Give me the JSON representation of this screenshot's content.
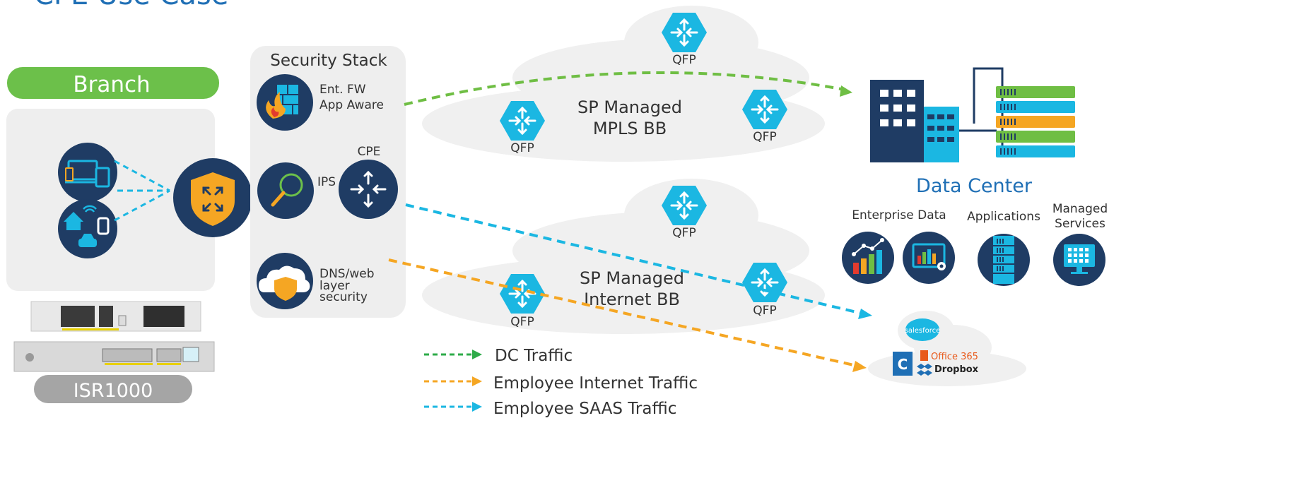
{
  "title": "CPE Use Case",
  "branch": {
    "label": "Branch"
  },
  "isr": {
    "label": "ISR1000"
  },
  "security_stack": {
    "title": "Security Stack",
    "fw": {
      "line1": "Ent. FW",
      "line2": "App Aware"
    },
    "ips": {
      "label": "IPS"
    },
    "cpe": {
      "label": "CPE"
    },
    "dns": {
      "line1": "DNS/web",
      "line2": "layer",
      "line3": "security"
    }
  },
  "mpls_cloud": {
    "line1": "SP Managed",
    "line2": "MPLS BB",
    "qfp_label": "QFP"
  },
  "internet_cloud": {
    "line1": "SP Managed",
    "line2": "Internet BB",
    "qfp_label": "QFP"
  },
  "data_center": {
    "title": "Data Center",
    "enterprise_data": "Enterprise Data",
    "applications": "Applications",
    "managed_services_line1": "Managed",
    "managed_services_line2": "Services"
  },
  "saas": {
    "salesforce": "salesforce",
    "office": "Office 365",
    "dropbox": "Dropbox"
  },
  "legend": [
    {
      "label": "DC Traffic",
      "color": "#2eab49"
    },
    {
      "label": "Employee Internet Traffic",
      "color": "#f5a623"
    },
    {
      "label": "Employee SAAS Traffic",
      "color": "#1bb7e2"
    }
  ],
  "colors": {
    "navy": "#1f3c64",
    "cyan": "#1bb7e2",
    "green": "#6fbe44",
    "orange": "#f5a623",
    "panel": "#eeeeee",
    "branch_pill": "#6cc04a",
    "isr_pill": "#a5a5a5"
  }
}
